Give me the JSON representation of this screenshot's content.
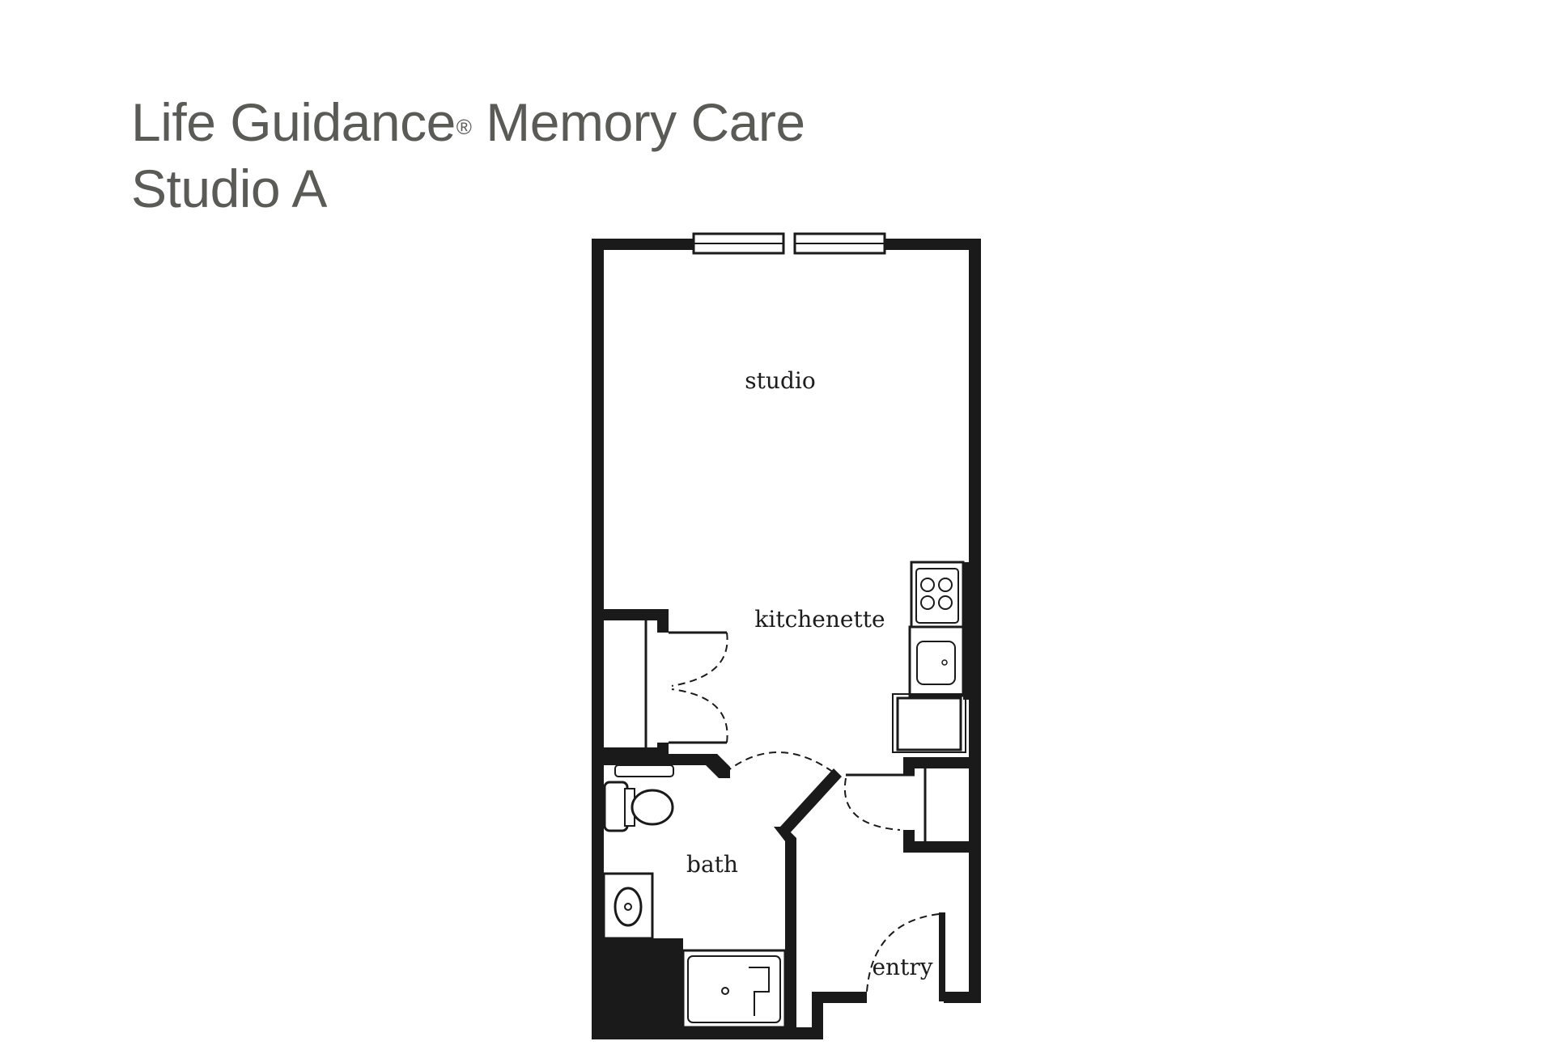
{
  "title": {
    "line1_brand": "Life Guidance",
    "line1_mark": "®",
    "line1_rest": "Memory Care",
    "line2": "Studio A"
  },
  "rooms": {
    "studio": "studio",
    "kitchenette": "kitchenette",
    "bath": "bath",
    "entry": "entry"
  },
  "colors": {
    "wall": "#1a1a1a",
    "title_text": "#5a5a57",
    "background": "#ffffff"
  }
}
